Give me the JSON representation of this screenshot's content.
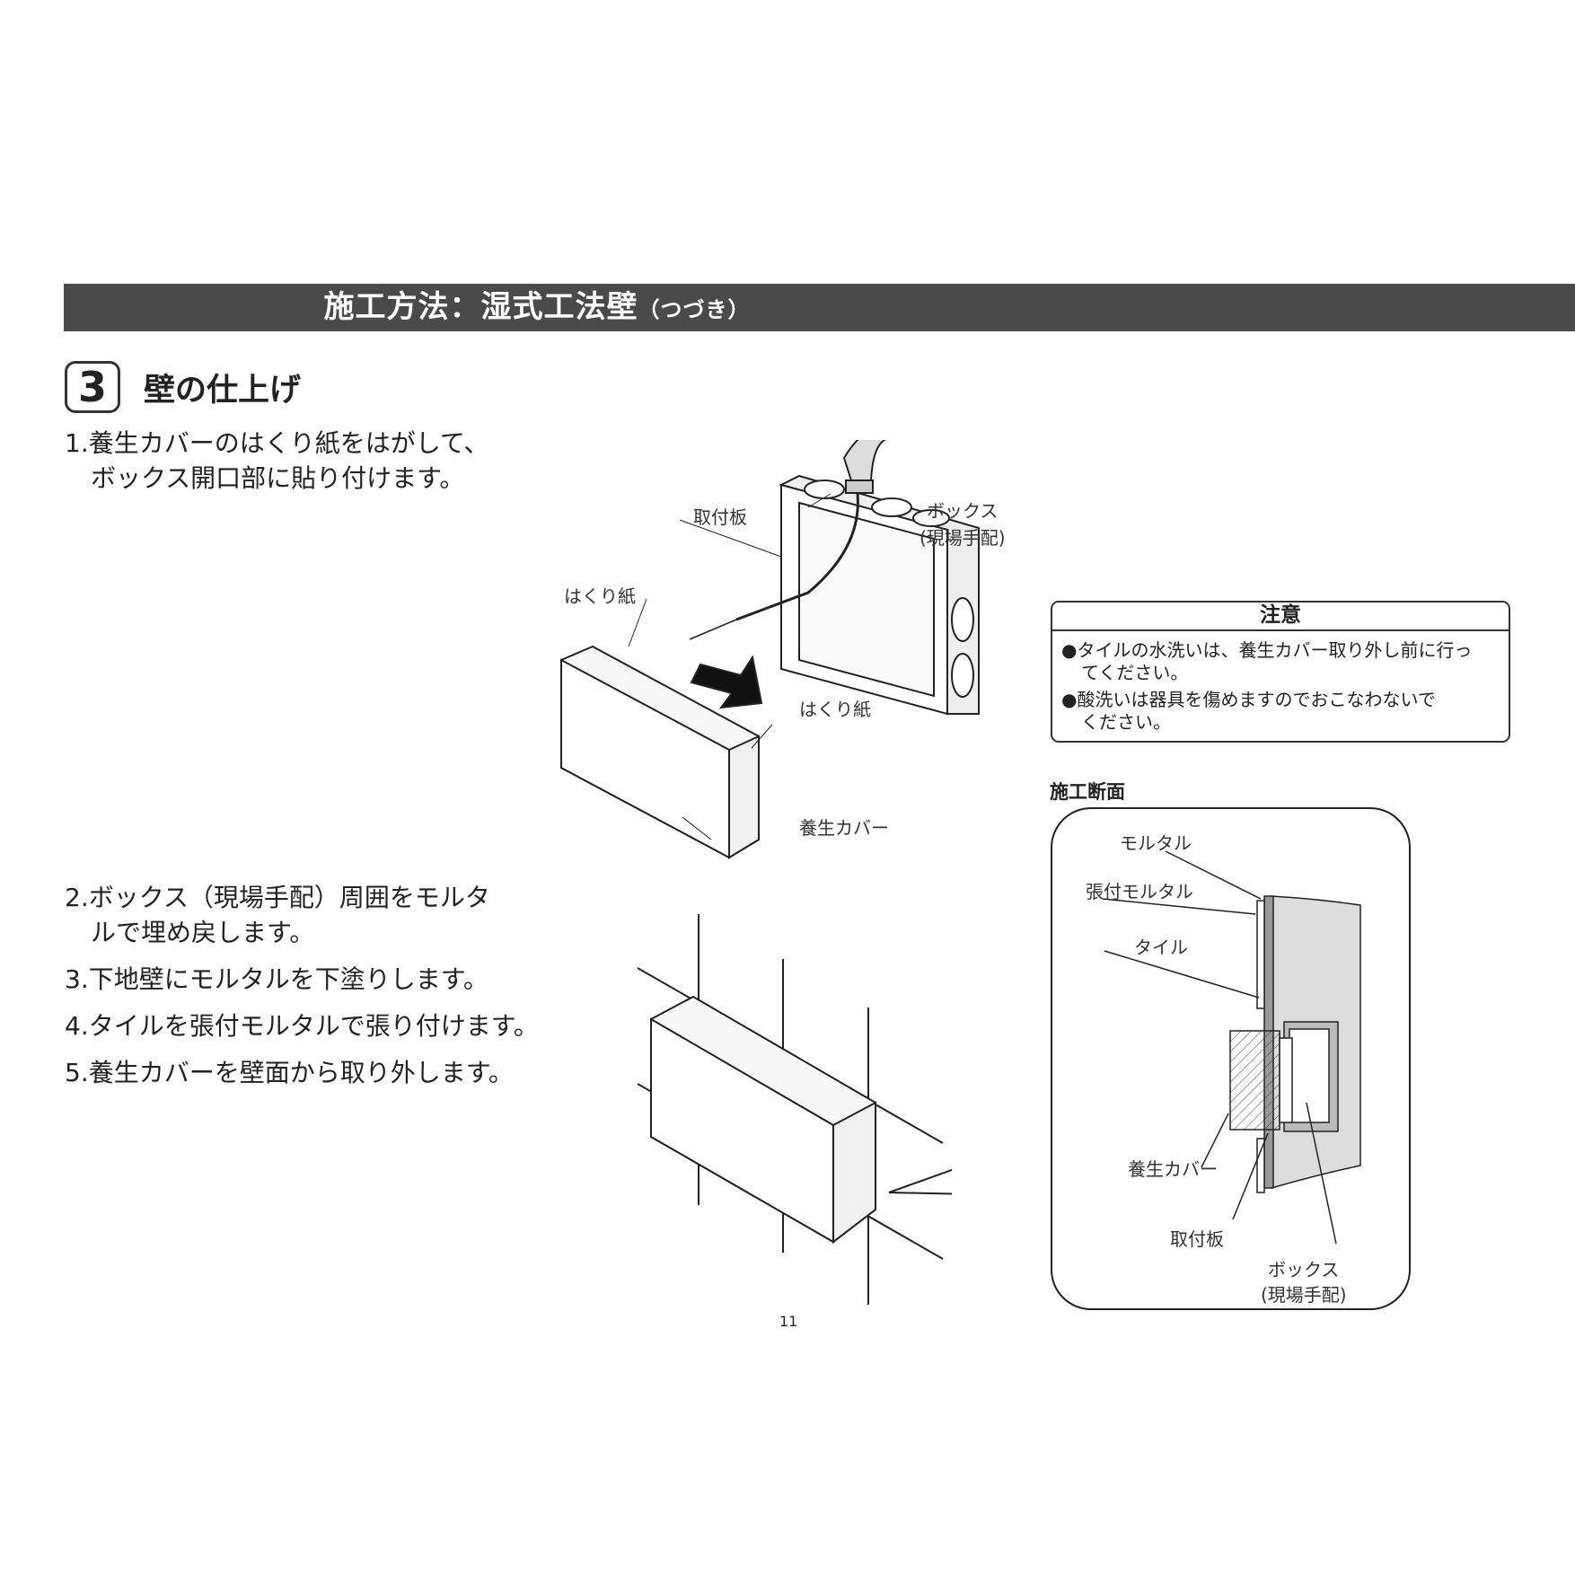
{
  "header": {
    "title": "施工方法：湿式工法壁",
    "subtitle": "（つづき）"
  },
  "step": {
    "number": "3",
    "title": "壁の仕上げ"
  },
  "instructions": {
    "item1_line1": "1.養生カバーのはくり紙をはがして、",
    "item1_line2": "ボックス開口部に貼り付けます。",
    "item2_line1": "2.ボックス（現場手配）周囲をモルタ",
    "item2_line2": "ルで埋め戻します。",
    "item3": "3.下地壁にモルタルを下塗りします。",
    "item4": "4.タイルを張付モルタルで張り付けます。",
    "item5": "5.養生カバーを壁面から取り外します。"
  },
  "figure1": {
    "mounting_plate": "取付板",
    "box_line1": "ボックス",
    "box_line2": "(現場手配)",
    "release_paper_top": "はくり紙",
    "release_paper_right": "はくり紙",
    "protective_cover": "養生カバー"
  },
  "caution": {
    "title": "注意",
    "item1_line1": "●タイルの水洗いは、養生カバー取り外し前に行っ",
    "item1_line2": "てください。",
    "item2_line1": "●酸洗いは器具を傷めますのでおこなわないで",
    "item2_line2": "ください。"
  },
  "section": {
    "title": "施工断面",
    "mortar": "モルタル",
    "bonding_mortar": "張付モルタル",
    "tile": "タイル",
    "protective_cover": "養生カバー",
    "mounting_plate": "取付板",
    "box_line1": "ボックス",
    "box_line2": "(現場手配)"
  },
  "page_number": "11"
}
